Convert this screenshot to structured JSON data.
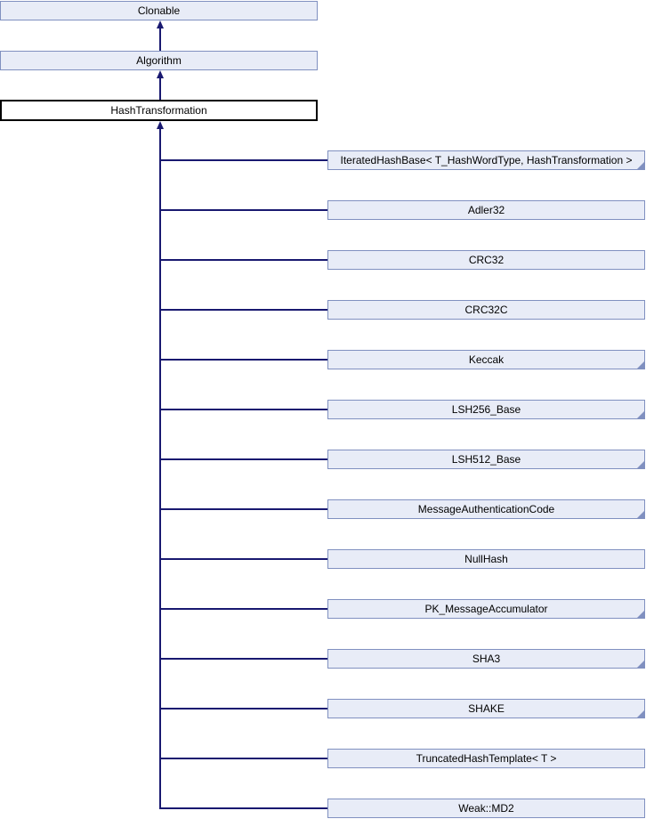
{
  "diagram": {
    "colors": {
      "node_fill": "#e8ecf7",
      "node_border": "#8090c0",
      "edge": "#191970",
      "current_fill": "#ffffff",
      "current_border": "#000000"
    },
    "ancestors": [
      {
        "label": "Clonable"
      },
      {
        "label": "Algorithm"
      }
    ],
    "current": {
      "label": "HashTransformation"
    },
    "derived": [
      {
        "label": "IteratedHashBase< T_HashWordType, HashTransformation >",
        "has_subclasses": true
      },
      {
        "label": "Adler32",
        "has_subclasses": false
      },
      {
        "label": "CRC32",
        "has_subclasses": false
      },
      {
        "label": "CRC32C",
        "has_subclasses": false
      },
      {
        "label": "Keccak",
        "has_subclasses": true
      },
      {
        "label": "LSH256_Base",
        "has_subclasses": true
      },
      {
        "label": "LSH512_Base",
        "has_subclasses": true
      },
      {
        "label": "MessageAuthenticationCode",
        "has_subclasses": true
      },
      {
        "label": "NullHash",
        "has_subclasses": false
      },
      {
        "label": "PK_MessageAccumulator",
        "has_subclasses": true
      },
      {
        "label": "SHA3",
        "has_subclasses": true
      },
      {
        "label": "SHAKE",
        "has_subclasses": true
      },
      {
        "label": "TruncatedHashTemplate< T >",
        "has_subclasses": false
      },
      {
        "label": "Weak::MD2",
        "has_subclasses": false
      }
    ]
  }
}
